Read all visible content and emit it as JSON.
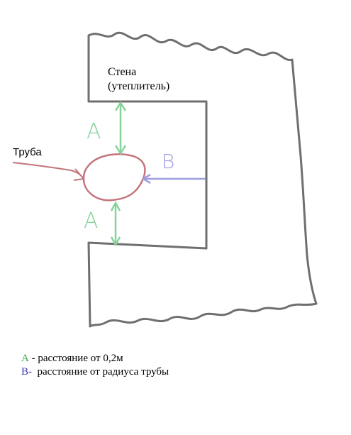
{
  "labels": {
    "wall_line1": "Стена",
    "wall_line2": "(утеплитель)",
    "pipe": "Труба",
    "dim_a_top": "A",
    "dim_a_bottom": "A",
    "dim_b": "B"
  },
  "legend": [
    {
      "key": "A",
      "text": " - расстояние от 0,2м",
      "color": "#3aa84a"
    },
    {
      "key": "B-",
      "text": "  расстояние от радиуса трубы",
      "color": "#3b3bb0"
    }
  ],
  "colors": {
    "wall": "#6f6f6f",
    "pipe": "#c4747c",
    "dim_a": "#86d39a",
    "dim_b": "#9e9ee0"
  }
}
